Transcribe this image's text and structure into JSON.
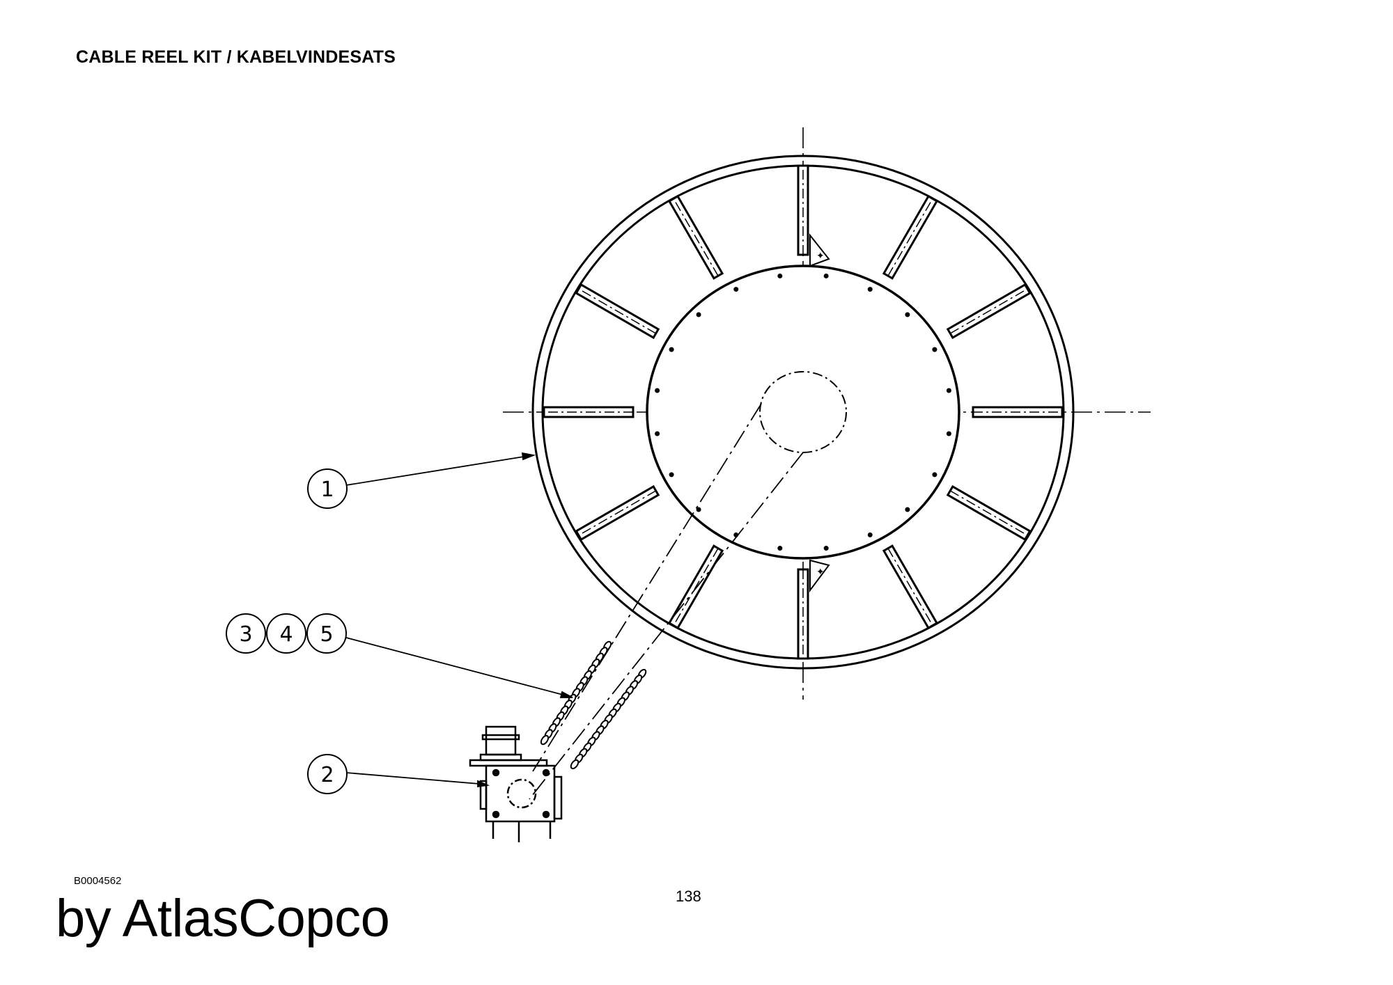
{
  "header": {
    "title": "CABLE REEL KIT / KABELVINDESATS"
  },
  "diagram": {
    "callouts": [
      {
        "id": "callout-1",
        "label": "1"
      },
      {
        "id": "callout-2",
        "label": "2"
      },
      {
        "id": "callout-3",
        "label": "3"
      },
      {
        "id": "callout-4",
        "label": "4"
      },
      {
        "id": "callout-5",
        "label": "5"
      }
    ]
  },
  "footer": {
    "drawing_code": "B0004562",
    "page_number": "138",
    "brand": "by AtlasCopco"
  }
}
